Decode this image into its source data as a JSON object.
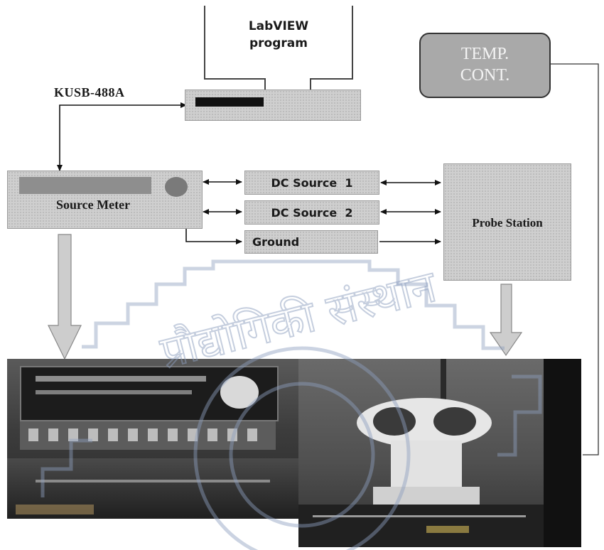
{
  "computer": {
    "label_line1": "LabVIEW",
    "label_line2": "program"
  },
  "interface": {
    "label": "KUSB-488A"
  },
  "temp_controller": {
    "label_line1": "TEMP.",
    "label_line2": "CONT."
  },
  "source_meter": {
    "label": "Source Meter"
  },
  "dc_source_1": {
    "label": "DC Source  1"
  },
  "dc_source_2": {
    "label": "DC Source  2"
  },
  "ground": {
    "label": "Ground"
  },
  "probe_station": {
    "label": "Probe Station"
  },
  "watermark": {
    "text": "प्रौद्योगिकी संस्थान"
  },
  "colors": {
    "box_fill": "#cfcfcf",
    "temp_box_fill": "#a9a9a9",
    "temp_text": "#f4f4f4",
    "line": "#111111",
    "big_arrow": "#c8c8c8"
  },
  "icons": {
    "arrows": "double-headed-arrow",
    "downward": "large-down-arrow"
  }
}
